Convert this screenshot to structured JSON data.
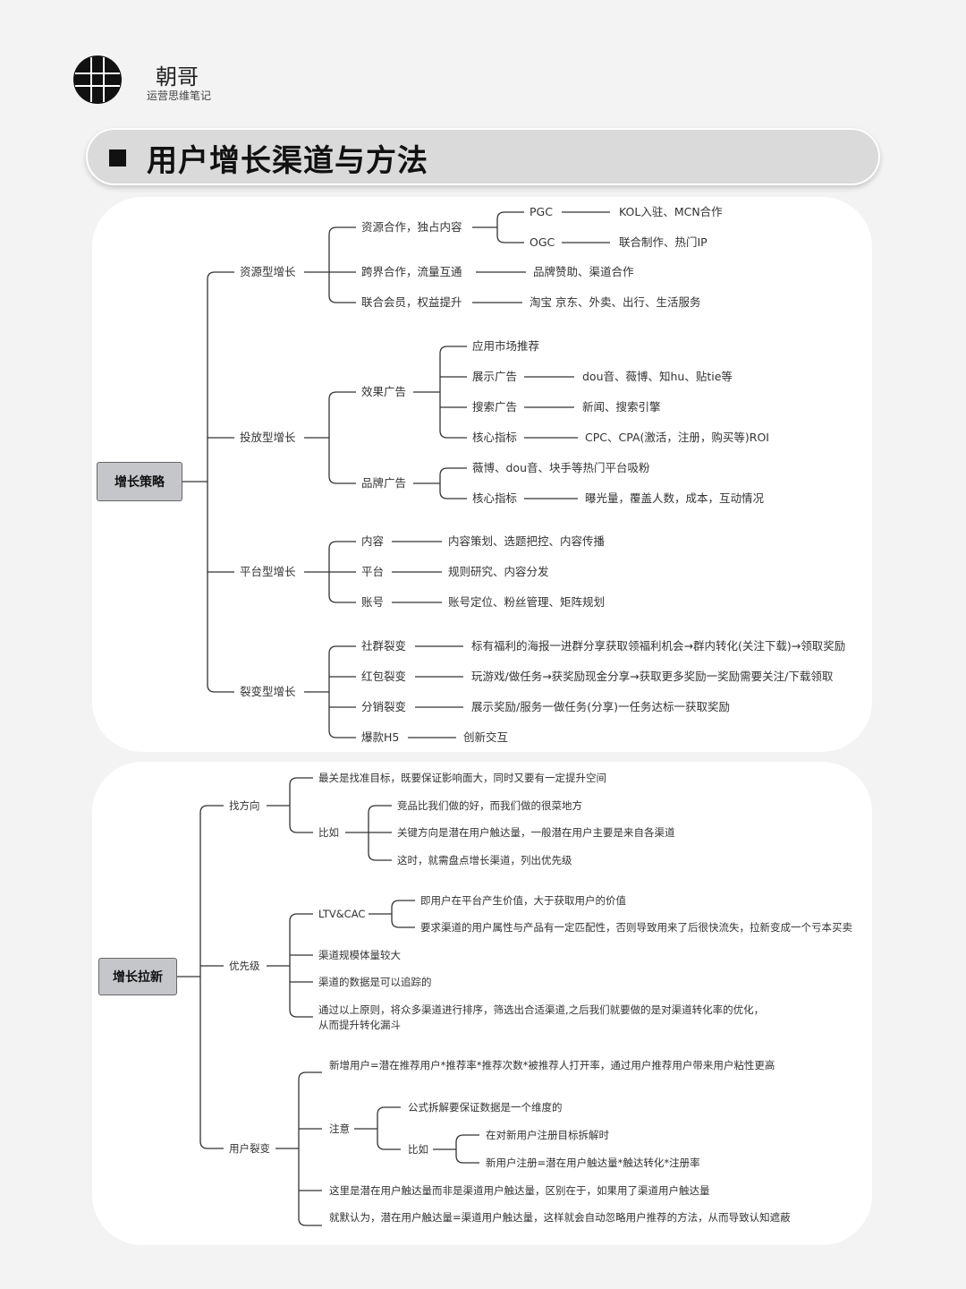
{
  "header": {
    "author_name": "朝哥",
    "author_subtitle": "运营思维笔记",
    "title": "用户增长渠道与方法"
  },
  "strategy": {
    "root": "增长策略",
    "resource": {
      "label": "资源型增长",
      "exclusive": "资源合作，独占内容",
      "pgc": "PGC",
      "pgc_detail": "KOL入驻、MCN合作",
      "ogc": "OGC",
      "ogc_detail": "联合制作、热门IP",
      "crossover": "跨界合作，流量互通",
      "crossover_detail": "品牌赞助、渠道合作",
      "membership": "联合会员，权益提升",
      "membership_detail": "淘宝 京东、外卖、出行、生活服务"
    },
    "ads": {
      "label": "投放型增长",
      "performance": "效果广告",
      "app_store": "应用市场推荐",
      "display": "展示广告",
      "display_detail": "dou音、薇博、知hu、贴tie等",
      "search": "搜索广告",
      "search_detail": "新闻、搜索引擎",
      "kpi": "核心指标",
      "kpi_detail": "CPC、CPA(激活，注册，购买等)ROI",
      "brand": "品牌广告",
      "brand_platforms": "薇博、dou音、块手等热门平台吸粉",
      "brand_kpi": "核心指标",
      "brand_kpi_detail": "曝光量，覆盖人数，成本，互动情况"
    },
    "platform": {
      "label": "平台型增长",
      "content": "内容",
      "content_detail": "内容策划、选题把控、内容传播",
      "platform": "平台",
      "platform_detail": "规则研究、内容分发",
      "account": "账号",
      "account_detail": "账号定位、粉丝管理、矩阵规划"
    },
    "fission": {
      "label": "裂变型增长",
      "community": "社群裂变",
      "community_detail": "标有福利的海报一进群分享获取领福利机会→群内转化(关注下载)→领取奖励",
      "redpacket": "红包裂变",
      "redpacket_detail": "玩游戏/做任务→获奖励现金分享→获取更多奖励一奖励需要关注/下载领取",
      "distribution": "分销裂变",
      "distribution_detail": "展示奖励/服务一做任务(分享)一任务达标一获取奖励",
      "h5": "爆款H5",
      "h5_detail": "创新交互"
    }
  },
  "pull": {
    "root": "增长拉新",
    "direction": {
      "label": "找方向",
      "key": "最关是找准目标，既要保证影响面大，同时又要有一定提升空间",
      "example": "比如",
      "ex1": "竞品比我们做的好，而我们做的很菜地方",
      "ex2": "关键方向是潜在用户触达量，一般潜在用户主要是来自各渠道",
      "ex3": "这时，就需盘点增长渠道，列出优先级"
    },
    "priority": {
      "label": "优先级",
      "ltv": "LTV&CAC",
      "ltv1": "即用户在平台产生价值，大于获取用户的价值",
      "ltv2": "要求渠道的用户属性与产品有一定匹配性，否则导致用来了后很快流失，拉新变成一个亏本买卖",
      "scale": "渠道规模体量较大",
      "traceable": "渠道的数据是可以追踪的",
      "summary": "通过以上原则，将众多渠道进行排序，筛选出合适渠道,之后我们就要做的是对渠道转化率的优化，从而提升转化漏斗"
    },
    "referral": {
      "label": "用户裂变",
      "formula": "新增用户=潜在推荐用户*推荐率*推荐次数*被推荐人打开率，通过用户推荐用户带来用户粘性更高",
      "note": "注意",
      "note1": "公式拆解要保证数据是一个维度的",
      "note_example": "比如",
      "note_ex1": "在对新用户注册目标拆解时",
      "note_ex2": "新用户注册=潜在用户触达量*触达转化*注册率",
      "point1": "这里是潜在用户触达量而非是渠道用户触达量，区别在于，如果用了渠道用户触达量",
      "point2": "就默认为，潜在用户触达量=渠道用户触达量，这样就会自动忽略用户推荐的方法，从而导致认知遮蔽"
    }
  }
}
